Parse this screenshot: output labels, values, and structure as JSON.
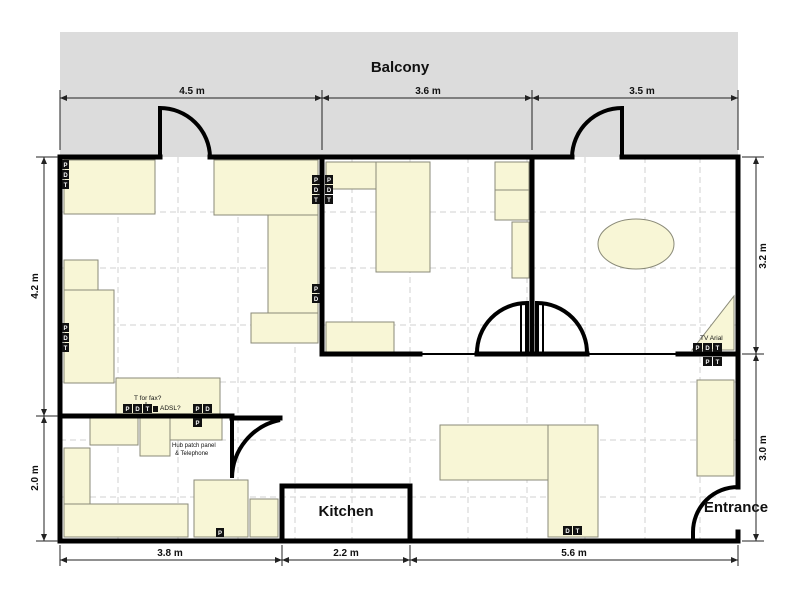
{
  "rooms": {
    "balcony": "Balcony",
    "kitchen": "Kitchen",
    "entrance": "Entrance"
  },
  "dimensions": {
    "top_1": "4.5 m",
    "top_2": "3.6 m",
    "top_3": "3.5 m",
    "bottom_1": "3.8 m",
    "bottom_2": "2.2 m",
    "bottom_3": "5.6 m",
    "left_upper": "4.2 m",
    "left_lower": "2.0 m",
    "right_upper": "3.2 m",
    "right_lower": "3.0 m"
  },
  "annotations": {
    "t_for_fax": "T for fax?",
    "adsl": "ADSL?",
    "hub_line1": "Hub patch panel",
    "hub_line2": "& Telephone",
    "tv_arial": "TV Arial"
  },
  "outlet_letters": {
    "p": "P",
    "d": "D",
    "t": "T"
  },
  "colors": {
    "balcony_fill": "#dcdcdc",
    "furniture_fill": "#f8f6d6",
    "wall": "#000000"
  }
}
